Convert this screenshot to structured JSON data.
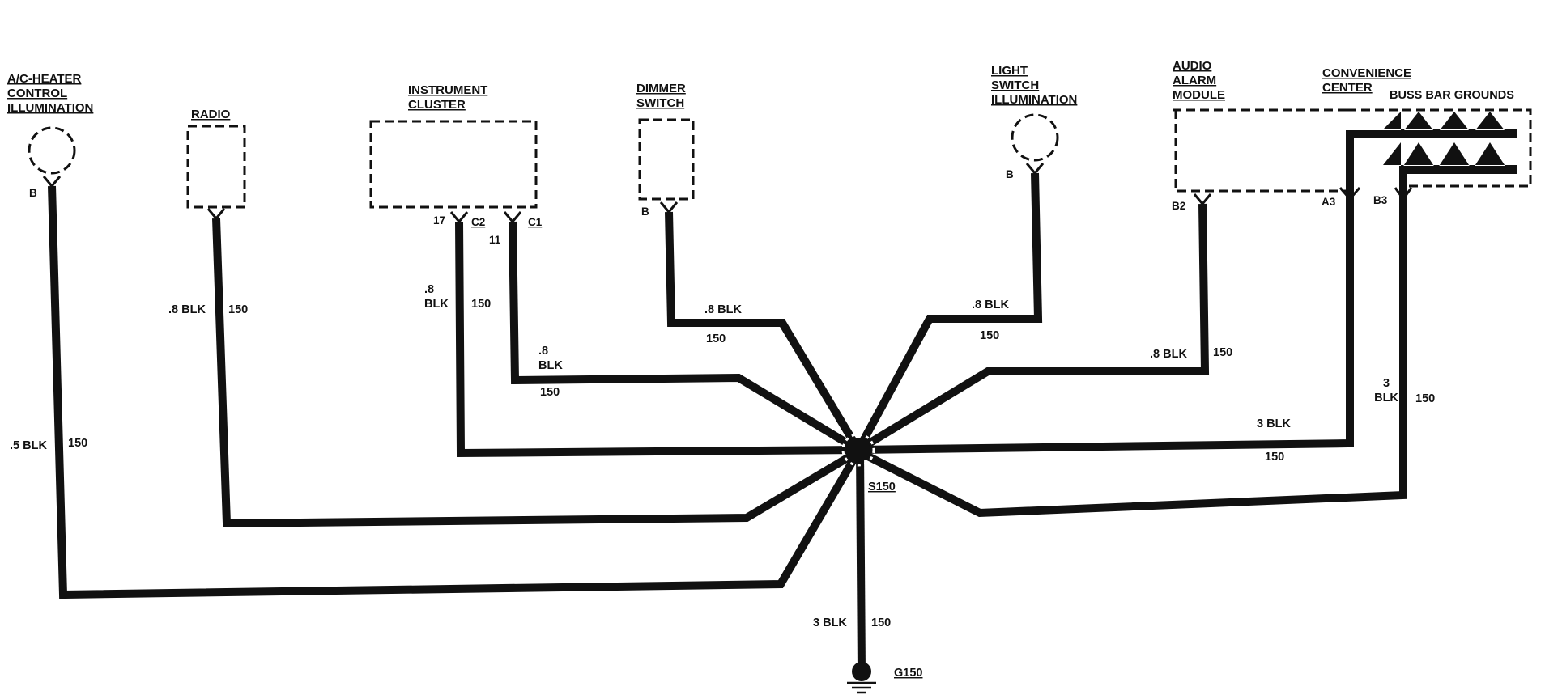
{
  "components": {
    "ac_heater": {
      "title": [
        "A/C-HEATER",
        "CONTROL",
        "ILLUMINATION"
      ],
      "pin": "B",
      "wire": ".5 BLK",
      "circuit": "150"
    },
    "radio": {
      "title": [
        "RADIO"
      ],
      "wire": ".8 BLK",
      "circuit": "150"
    },
    "instrument_cluster": {
      "title": [
        "INSTRUMENT",
        "CLUSTER"
      ],
      "pin_17": "17",
      "connector_c2": "C2",
      "pin_11": "11",
      "connector_c1": "C1",
      "wire_left": [
        ".8",
        "BLK"
      ],
      "circuit_left": "150",
      "wire_right": [
        ".8",
        "BLK"
      ],
      "circuit_right": "150"
    },
    "dimmer_switch": {
      "title": [
        "DIMMER",
        "SWITCH"
      ],
      "pin": "B",
      "wire": ".8 BLK",
      "circuit": "150"
    },
    "light_switch": {
      "title": [
        "LIGHT",
        "SWITCH",
        "ILLUMINATION"
      ],
      "pin": "B",
      "wire": ".8 BLK",
      "circuit": "150"
    },
    "audio_alarm": {
      "title": [
        "AUDIO",
        "ALARM",
        "MODULE"
      ],
      "pin": "B2",
      "wire": ".8 BLK",
      "circuit": "150"
    },
    "convenience_center": {
      "title": [
        "CONVENIENCE",
        "CENTER"
      ],
      "buss_label": "BUSS BAR GROUNDS",
      "pin_a3": "A3",
      "pin_b3": "B3",
      "wire_a3": "3 BLK",
      "circuit_a3": "150",
      "wire_b3": [
        "3",
        "BLK"
      ],
      "circuit_b3": "150"
    }
  },
  "splice": {
    "label": "S150"
  },
  "ground": {
    "label": "G150",
    "wire": "3 BLK",
    "circuit": "150"
  }
}
